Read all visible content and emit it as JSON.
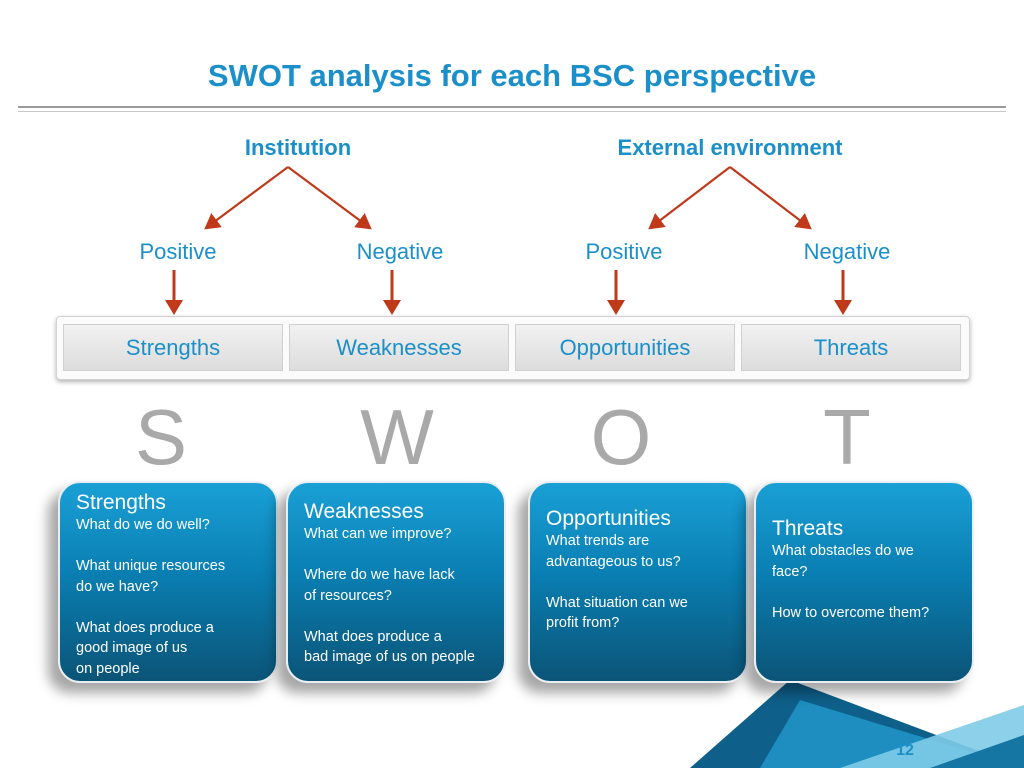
{
  "title": "SWOT analysis for each BSC perspective",
  "groups": {
    "left": "Institution",
    "right": "External environment"
  },
  "polarities": [
    "Positive",
    "Negative",
    "Positive",
    "Negative"
  ],
  "categories": [
    "Strengths",
    "Weaknesses",
    "Opportunities",
    "Threats"
  ],
  "letters": [
    "S",
    "W",
    "O",
    "T"
  ],
  "cards": [
    {
      "title": "Strengths",
      "questions": "What do we do well?\n\nWhat unique resources\ndo we have?\n\nWhat does produce a\ngood image of us\non people"
    },
    {
      "title": "Weaknesses",
      "questions": "What can we improve?\n\nWhere do we have lack\nof resources?\n\nWhat does produce a\nbad image of us on people"
    },
    {
      "title": "Opportunities",
      "questions": "What trends are\nadvantageous to us?\n\nWhat situation can we\nprofit from?"
    },
    {
      "title": "Threats",
      "questions": "What obstacles do we\nface?\n\nHow to overcome them?"
    }
  ],
  "page_number": "12",
  "colors": {
    "accent": "#1a8fc9",
    "arrow": "#c0391b",
    "letter": "#a9a9a9",
    "card": "#0a7fb3"
  }
}
